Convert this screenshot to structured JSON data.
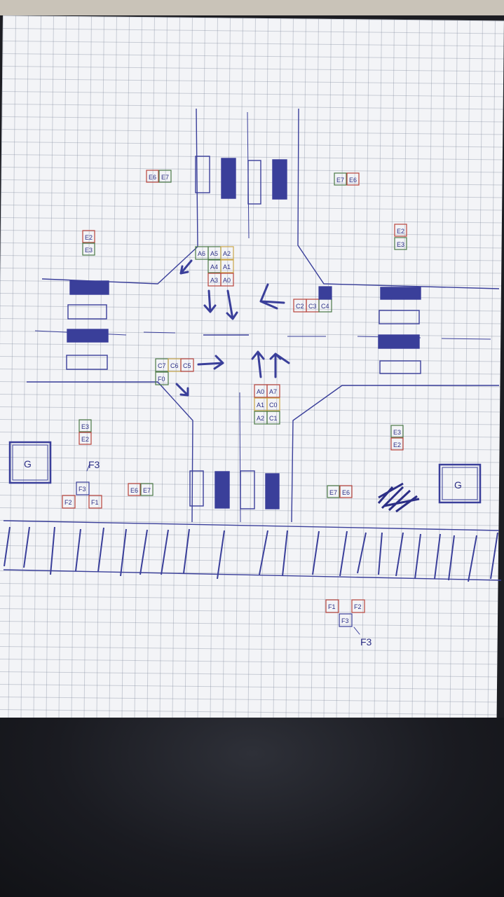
{
  "colors": {
    "ink": "#3a3f9a",
    "red_box": "#b8443c",
    "green_box": "#4c7a47",
    "paper": "#f3f4f7"
  },
  "labels": {
    "G": "G",
    "F3_top": "F3",
    "F3_bottom": "F3"
  },
  "groups": {
    "top_left_E": [
      "E6",
      "E7"
    ],
    "top_right_E": [
      "E7",
      "E6"
    ],
    "left_E_upper": [
      "E2",
      "E3"
    ],
    "right_E_upper": [
      "E2",
      "E3"
    ],
    "left_E_lower": [
      "E3",
      "E2"
    ],
    "right_E_lower": [
      "E3",
      "E2"
    ],
    "bottom_left_E": [
      "E6",
      "E7"
    ],
    "bottom_right_E": [
      "E7",
      "E6"
    ],
    "north_signals": {
      "row1": [
        "A6",
        "A5",
        "A2"
      ],
      "row2": [
        "A4",
        "A1"
      ],
      "row3": [
        "A3",
        "A0"
      ]
    },
    "east_signals": [
      "C2",
      "C3",
      "C4"
    ],
    "west_signals": {
      "row1": [
        "C7",
        "C6",
        "C5"
      ],
      "row2": [
        "F0"
      ]
    },
    "south_signals": {
      "row1": [
        "A0",
        "A7"
      ],
      "row2": [
        "A1",
        "C0"
      ],
      "row3": [
        "A2",
        "C1"
      ]
    },
    "tram_left": {
      "top": "F3",
      "left": "F2",
      "right": "F1"
    },
    "tram_bottom": {
      "left": "F1",
      "right": "F2",
      "mid": "F3"
    }
  }
}
